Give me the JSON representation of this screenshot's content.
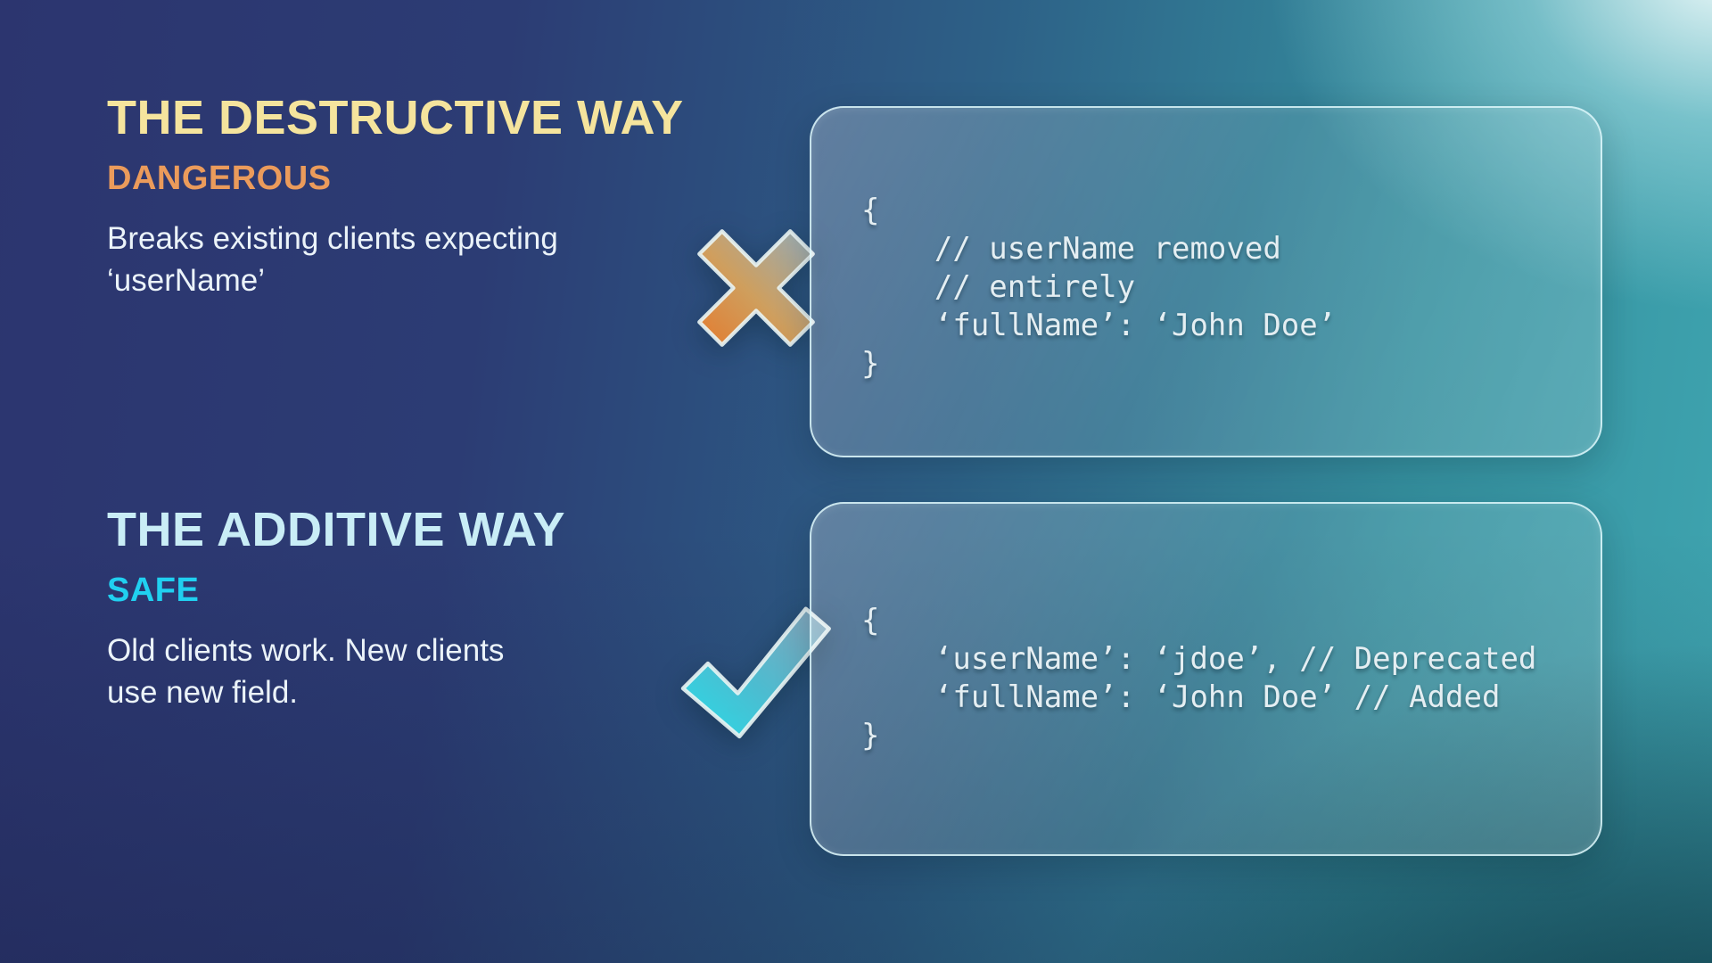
{
  "slide": {
    "sections": [
      {
        "title": "THE DESTRUCTIVE WAY",
        "badge": "DANGEROUS",
        "description": "Breaks existing clients expecting\n‘userName’",
        "icon": "x-mark-icon",
        "code": "{\n    // userName removed\n    // entirely\n    ‘fullName’: ‘John Doe’\n}"
      },
      {
        "title": "THE ADDITIVE WAY",
        "badge": "SAFE",
        "description": "Old clients work. New clients\nuse new field.",
        "icon": "check-mark-icon",
        "code": "{\n    ‘userName’: ‘jdoe’, // Deprecated\n    ‘fullName’: ‘John Doe’ // Added\n}"
      }
    ],
    "colors": {
      "destructive_title": "#F5E49D",
      "destructive_badge": "#EB9B5B",
      "additive_title": "#C9EDF6",
      "additive_badge": "#20D0F0",
      "body_text": "#EBF3F9",
      "code_text": "#E4EEF2",
      "panel_border": "#D8F4F7",
      "x_gradient": [
        "#EE7F2C",
        "#D9A45E",
        "#9BB3BE"
      ],
      "check_gradient": [
        "#29E4EF",
        "#4FC3D6",
        "#8FA9BE"
      ]
    }
  }
}
